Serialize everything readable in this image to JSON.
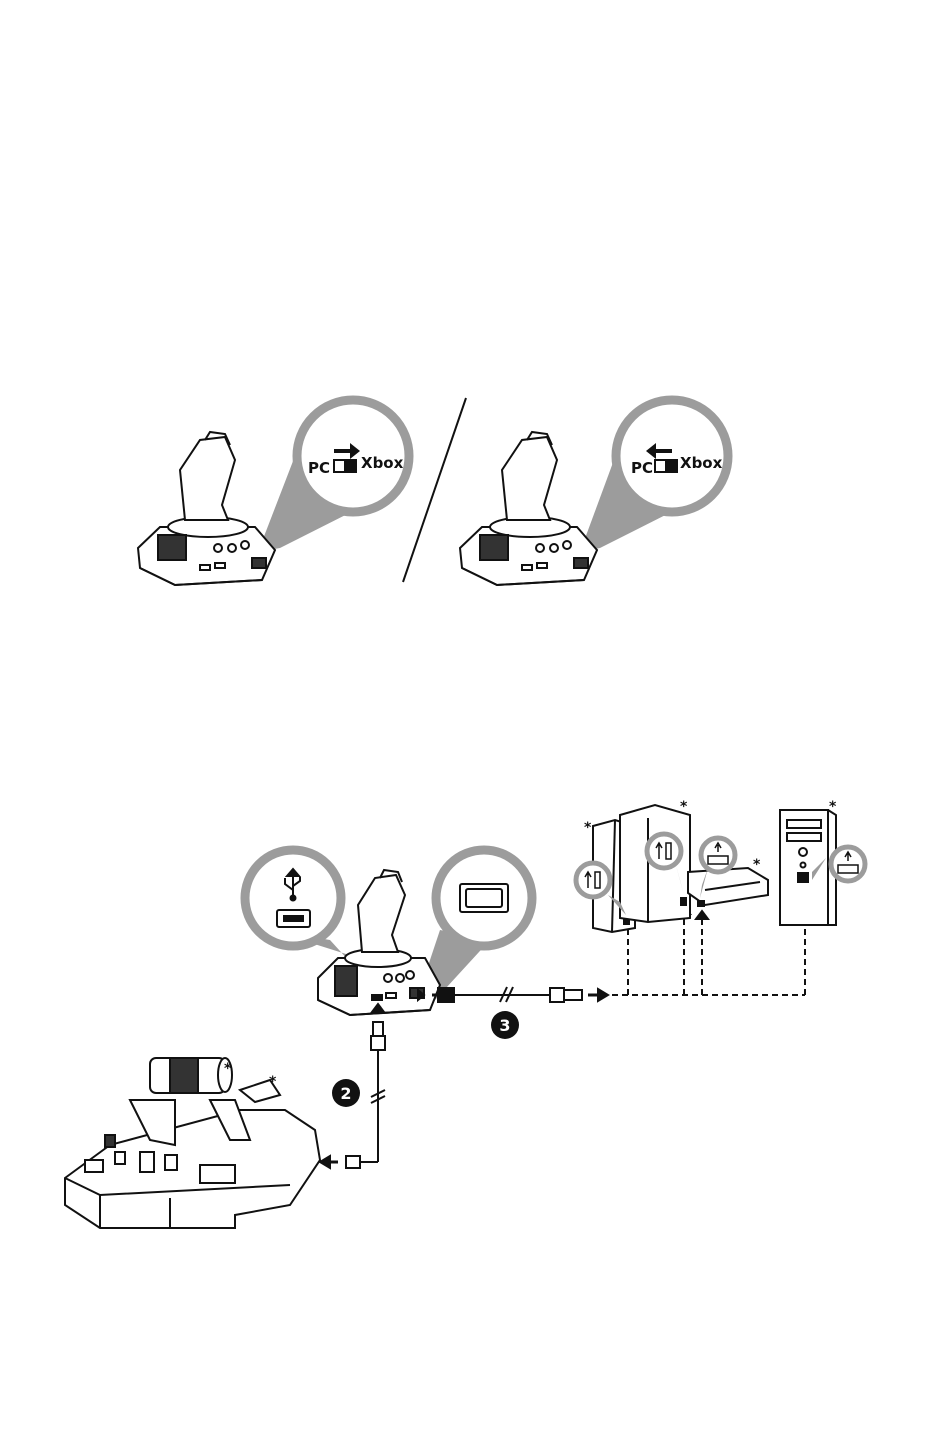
{
  "switch_panels": {
    "left": {
      "pc_label": "PC",
      "xbox_label": "Xbox",
      "arrow_direction": "right"
    },
    "right": {
      "pc_label": "PC",
      "xbox_label": "Xbox",
      "arrow_direction": "left"
    }
  },
  "connection": {
    "steps": [
      {
        "number": "2"
      },
      {
        "number": "3"
      }
    ],
    "footnote_marker": "*"
  },
  "colors": {
    "line": "#111111",
    "callout_gray": "#9c9c9c",
    "badge": "#111111"
  }
}
